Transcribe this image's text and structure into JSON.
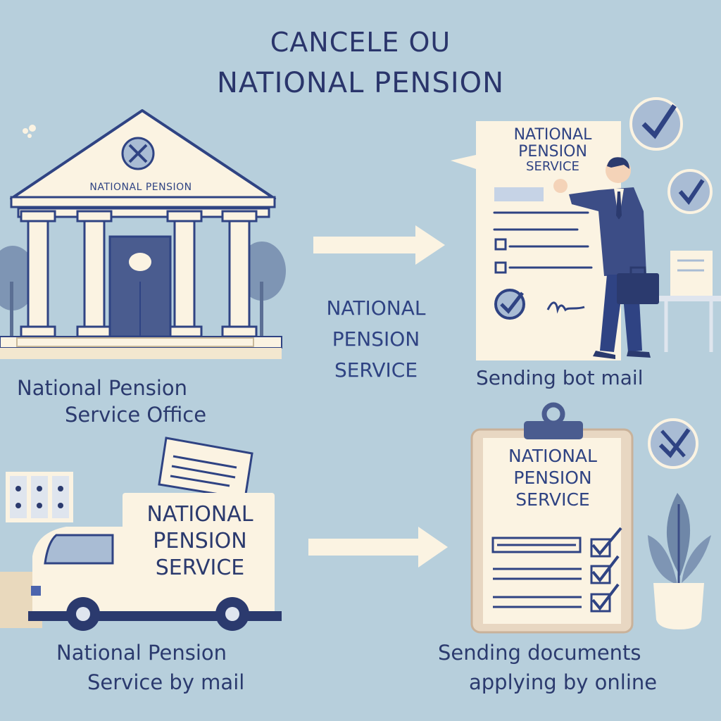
{
  "title": {
    "line1": "CANCELE OU",
    "line2": "NATIONAL PENSION"
  },
  "building": {
    "pediment_label": "NATIONAL PENSION",
    "caption_line1": "National Pension",
    "caption_line2": "Service Office"
  },
  "center_label": {
    "line1": "NATIONAL",
    "line2": "PENSION",
    "line3": "SERVICE"
  },
  "document": {
    "line1": "NATIONAL",
    "line2": "PENSION",
    "line3": "SERVICE",
    "caption": "Sending bot    mail"
  },
  "truck": {
    "line1": "NATIONAL",
    "line2": "PENSION",
    "line3": "SERVICE",
    "caption_line1": "National Pension",
    "caption_line2": "Service by mail"
  },
  "clipboard": {
    "line1": "NATIONAL",
    "line2": "PENSION",
    "line3": "SERVICE",
    "caption_line1": "Sending documents",
    "caption_line2": "applying by online"
  },
  "colors": {
    "background": "#b7cfdc",
    "navy": "#2c3e73",
    "cream": "#fbf3e2",
    "accent_blue": "#4b64ad",
    "door": "#4a5c8f",
    "plant": "#6f87a8"
  }
}
